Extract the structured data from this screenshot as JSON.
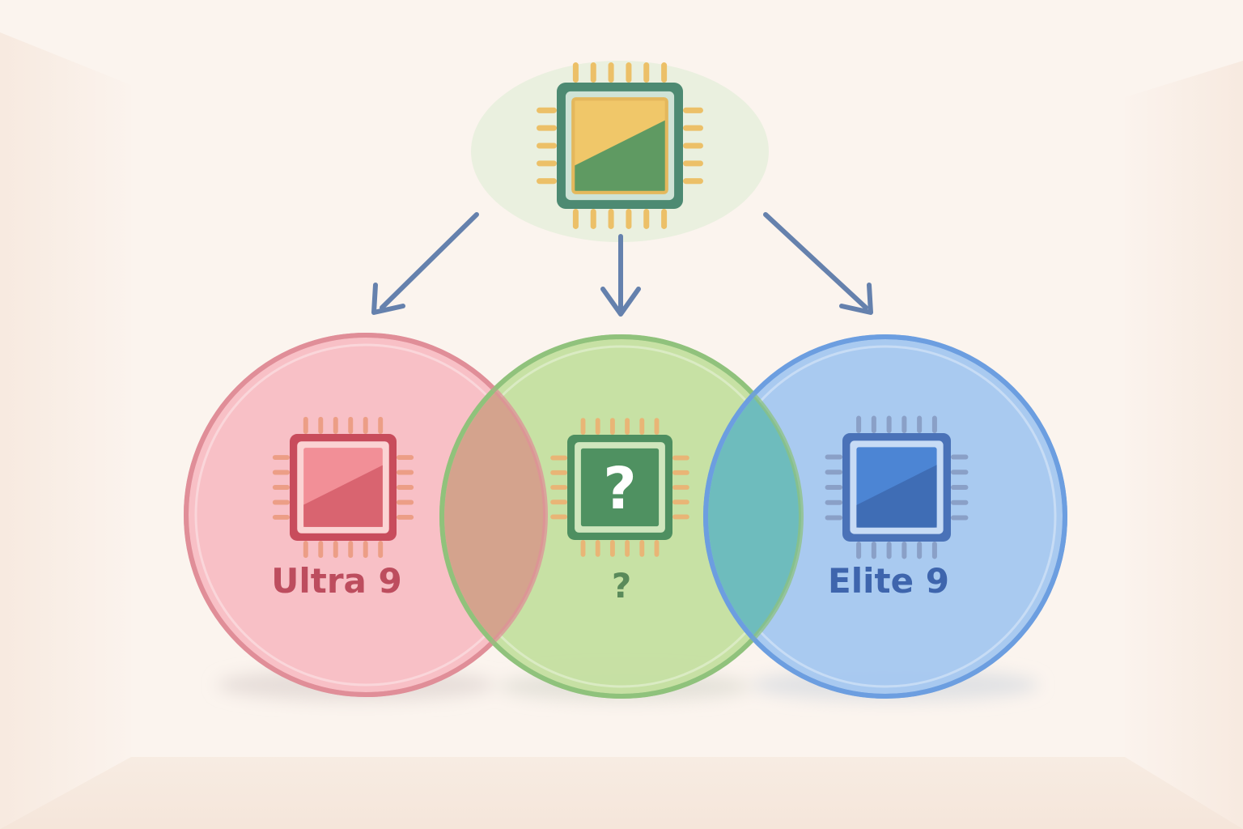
{
  "diagram": {
    "source": {
      "icon": "cpu-chip-icon",
      "colors": {
        "frame": "#4d8a72",
        "frame_fill": "#cfe3d6",
        "die_top": "#f0c769",
        "die_bottom": "#5f9a62",
        "die_border": "#e4b85c",
        "pins": "#ecc068",
        "halo": "#e6eedc"
      }
    },
    "arrows": {
      "color": "#6581ad",
      "count": 3
    },
    "variants": [
      {
        "label": "Ultra 9",
        "icon": "cpu-chip-icon",
        "colors": {
          "fill": "#f8c0c6",
          "edge": "#e08e98",
          "frame": "#c84c5c",
          "die_top": "#f28f97",
          "die_bottom": "#d96470",
          "pins": "#ec9e86",
          "text": "#bd4d5e"
        }
      },
      {
        "label": "?",
        "icon": "cpu-chip-question-icon",
        "chip_glyph": "?",
        "colors": {
          "fill": "#c5e0a1",
          "edge": "#8ec27a",
          "frame": "#4e8f60",
          "die_top": "#4f9161",
          "die_bottom": "#4f9161",
          "pins": "#e9b576",
          "text": "#5a8a5a"
        }
      },
      {
        "label": "Elite 9",
        "icon": "cpu-chip-icon",
        "colors": {
          "fill": "#a7c9f1",
          "edge": "#6c9ee0",
          "frame": "#4a72b8",
          "die_top": "#4c85d4",
          "die_bottom": "#3f6db5",
          "pins": "#8aa0c7",
          "text": "#3e65ad"
        }
      }
    ],
    "overlap_colors": {
      "ultra_and_unknown": "#d4a38d",
      "unknown_and_elite": "#6ebcbd"
    }
  }
}
